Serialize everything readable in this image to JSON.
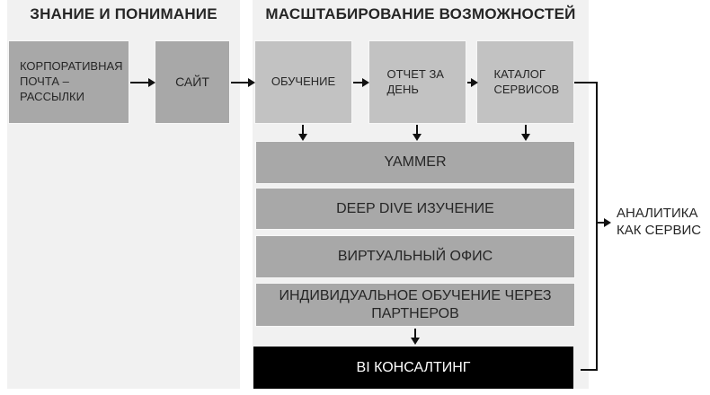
{
  "sections": [
    {
      "title": "ЗНАНИЕ И ПОНИМАНИЕ"
    },
    {
      "title": "МАСШТАБИРОВАНИЕ ВОЗМОЖНОСТЕЙ"
    }
  ],
  "flow": {
    "boxes": [
      {
        "label": "КОРПОРАТИВНАЯ ПОЧТА – РАССЫЛКИ"
      },
      {
        "label": "САЙТ"
      },
      {
        "label": "ОБУЧЕНИЕ"
      },
      {
        "label": "ОТЧЕТ ЗА ДЕНЬ"
      },
      {
        "label": "КАТАЛОГ СЕРВИСОВ"
      }
    ]
  },
  "bars": [
    {
      "label": "YAMMER"
    },
    {
      "label": "DEEP DIVE ИЗУЧЕНИЕ"
    },
    {
      "label": "ВИРТУАЛЬНЫЙ ОФИС"
    },
    {
      "label": "ИНДИВИДУАЛЬНОЕ ОБУЧЕНИЕ ЧЕРЕЗ ПАРТНЕРОВ"
    },
    {
      "label": "BI КОНСАЛТИНГ"
    }
  ],
  "output": {
    "label": "АНАЛИТИКА КАК СЕРВИС"
  },
  "colors": {
    "panel_bg": "#f1f1f1",
    "box_dark": "#a8a8a8",
    "box_light": "#c2c2c2",
    "final_bar_bg": "#000000",
    "final_bar_text": "#ffffff",
    "text": "#262626",
    "arrow": "#111111"
  }
}
